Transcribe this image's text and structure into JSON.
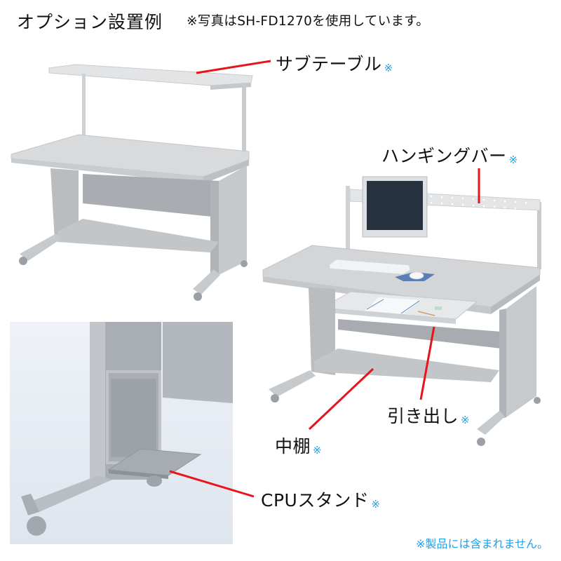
{
  "header": {
    "title": "オプション設置例",
    "subtitle": "※写真はSH-FD1270を使用しています。"
  },
  "callouts": [
    {
      "id": "sub-table",
      "label": "サブテーブル",
      "mark": "※"
    },
    {
      "id": "hanging-bar",
      "label": "ハンギングバー",
      "mark": "※"
    },
    {
      "id": "drawer",
      "label": "引き出し",
      "mark": "※"
    },
    {
      "id": "middle-shelf",
      "label": "中棚",
      "mark": "※"
    },
    {
      "id": "cpu-stand",
      "label": "CPUスタンド",
      "mark": "※"
    }
  ],
  "footnote": "※製品には含まれません。",
  "colors": {
    "leader_line": "#e8141c",
    "mark": "#1ea0e6",
    "desk_top": "#d9dbdd",
    "desk_frame": "#b9bcbf",
    "photo_bg": "#e9eef6"
  },
  "images": [
    {
      "name": "desk-with-sub-table",
      "description": "Gray desk with elevated sub-table shelf"
    },
    {
      "name": "desk-with-hanging-bar",
      "description": "Gray desk with hanging bar, monitor, keyboard, mouse and open drawer"
    },
    {
      "name": "cpu-stand-closeup",
      "description": "Close-up of desk leg with CPU stand attachment"
    }
  ]
}
